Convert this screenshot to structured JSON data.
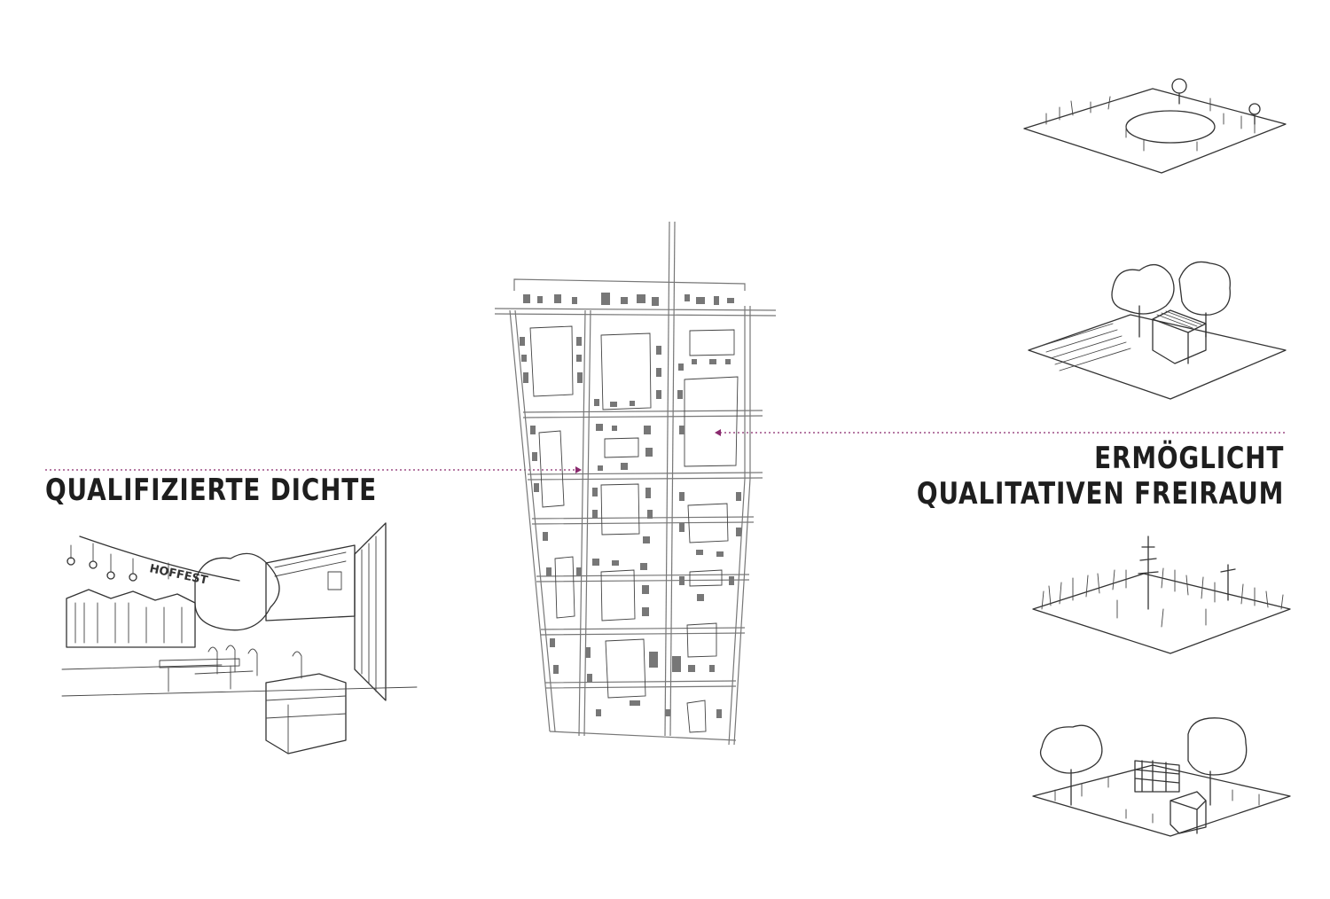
{
  "labels": {
    "left": "QUALIFIZIERTE DICHTE",
    "right_line1": "ERMÖGLICHT",
    "right_line2": "QUALITATIVEN FREIRAUM"
  },
  "sketch": {
    "courtyard_sign": "HOFFEST"
  },
  "colors": {
    "text": "#1e1e1e",
    "connector": "#8a2a6e",
    "ink": "#333333",
    "background": "#ffffff"
  }
}
